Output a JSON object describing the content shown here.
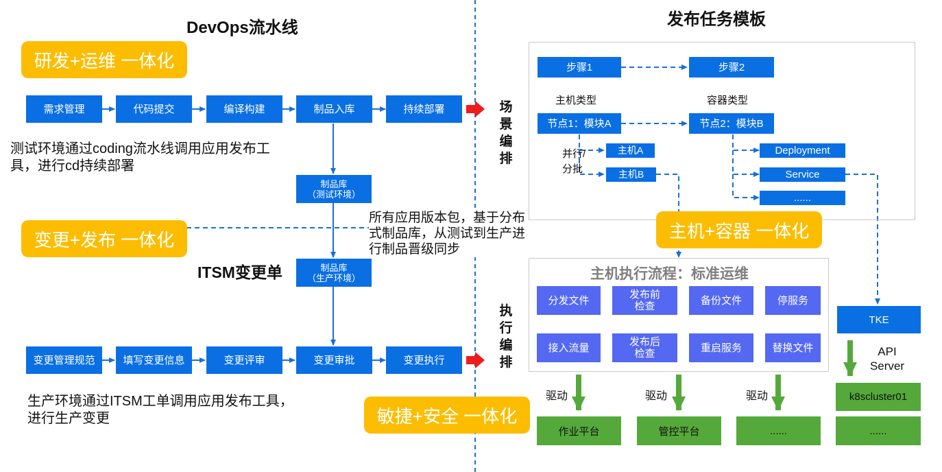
{
  "left": {
    "title": "DevOps流水线",
    "badge_rd_ops": "研发+运维 一体化",
    "pipeline": [
      "需求管理",
      "代码提交",
      "编译构建",
      "制品入库",
      "持续部署"
    ],
    "test_note": "测试环境通过coding流水线调用应用发布工具，进行cd持续部署",
    "repo_test": "制品库\n（测试环境）",
    "repo_prod": "制品库\n（生产环境）",
    "badge_change_release": "变更+发布 一体化",
    "repo_note": "所有应用版本包，基于分布式制品库，从测试到生产进行制品晋级同步",
    "itsm_title": "ITSM变更单",
    "change_flow": [
      "变更管理规范",
      "填写变更信息",
      "变更评审",
      "变更审批",
      "变更执行"
    ],
    "prod_note": "生产环境通过ITSM工单调用应用发布工具，进行生产变更",
    "badge_agile_secure": "敏捷+安全 一体化"
  },
  "middle": {
    "scene_label": "场景编排",
    "exec_label": "执行编排"
  },
  "right": {
    "title": "发布任务模板",
    "step1": "步骤1",
    "step2": "步骤2",
    "host_type": "主机类型",
    "container_type": "容器类型",
    "node1": "节点1：模块A",
    "node2": "节点2：模块B",
    "host_a": "主机A",
    "host_b": "主机B",
    "parallel_batch": "并行/\n分批",
    "deployment": "Deployment",
    "service": "Service",
    "more": "......",
    "badge_host_container": "主机+容器 一体化",
    "exec_title": "主机执行流程：标准运维",
    "exec_row1": [
      "分发文件",
      "发布前\n检查",
      "备份文件",
      "停服务"
    ],
    "exec_row2": [
      "接入流量",
      "发布后\n检查",
      "重启服务",
      "替换文件"
    ],
    "tke": "TKE",
    "api_server": "API\nServer",
    "drive": "驱动",
    "platforms": [
      "作业平台",
      "管控平台",
      "......"
    ],
    "k8s_cluster": "k8scluster01",
    "k8s_more": "......"
  }
}
